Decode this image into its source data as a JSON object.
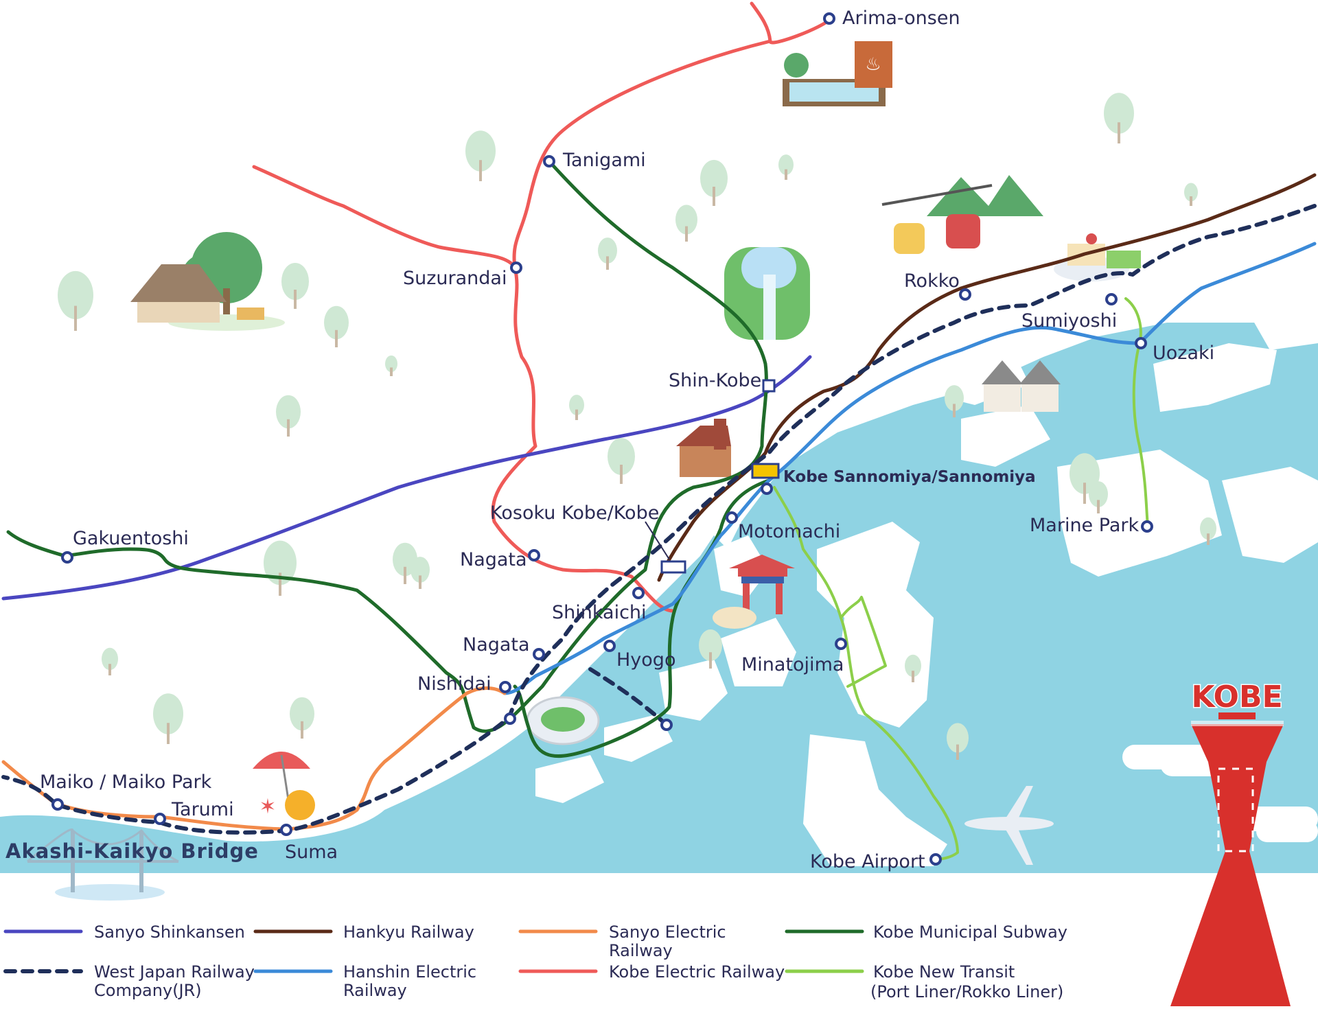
{
  "colors": {
    "sea": "#8fd3e3",
    "land": "#ffffff",
    "tree": "#cfe8d4",
    "trunk": "#c9b8a4",
    "station_stroke": "#2b3f8c"
  },
  "lines": [
    {
      "id": "shinkansen",
      "name": "Sanyo Shinkansen",
      "color": "#4a46c0",
      "dashed": false
    },
    {
      "id": "hankyu",
      "name": "Hankyu Railway",
      "color": "#5a2a17",
      "dashed": false
    },
    {
      "id": "sanyo",
      "name": "Sanyo Electric Railway",
      "color": "#f28a4a",
      "dashed": false
    },
    {
      "id": "subway",
      "name": "Kobe Municipal Subway",
      "color": "#1f6b2a",
      "dashed": false
    },
    {
      "id": "jr",
      "name": "West Japan Railway Company(JR)",
      "color": "#1f2f5a",
      "dashed": true
    },
    {
      "id": "hanshin",
      "name": "Hanshin Electric Railway",
      "color": "#3b8ad8",
      "dashed": false
    },
    {
      "id": "kobe_electric",
      "name": "Kobe Electric Railway",
      "color": "#ef5a58",
      "dashed": false
    },
    {
      "id": "new_transit",
      "name": "Kobe New Transit (Port Liner/Rokko Liner)",
      "color": "#8ccf4a",
      "dashed": false
    }
  ],
  "stations": {
    "arima_onsen": "Arima-onsen",
    "tanigami": "Tanigami",
    "suzurandai": "Suzurandai",
    "rokko": "Rokko",
    "sumiyoshi": "Sumiyoshi",
    "uozaki": "Uozaki",
    "shin_kobe": "Shin-Kobe",
    "sannomiya": "Kobe Sannomiya/Sannomiya",
    "kosoku_kobe": "Kosoku Kobe/Kobe",
    "motomachi": "Motomachi",
    "marine_park": "Marine Park",
    "gakuentoshi": "Gakuentoshi",
    "nagata_ke": "Nagata",
    "shinkaichi": "Shinkaichi",
    "nagata": "Nagata",
    "hyogo": "Hyogo",
    "nishidai": "Nishidai",
    "minatojima": "Minatojima",
    "maiko": "Maiko / Maiko Park",
    "tarumi": "Tarumi",
    "suma": "Suma",
    "kobe_airport": "Kobe Airport"
  },
  "landmarks": {
    "bridge": "Akashi-Kaikyo Bridge",
    "tower_sign": "KOBE"
  },
  "legend": {
    "shinkansen": "Sanyo Shinkansen",
    "hankyu": "Hankyu Railway",
    "sanyo_l1": "Sanyo Electric",
    "sanyo_l2": "Railway",
    "subway": "Kobe Municipal Subway",
    "jr_l1": "West Japan Railway",
    "jr_l2": "Company(JR)",
    "hanshin_l1": "Hanshin Electric",
    "hanshin_l2": "Railway",
    "kobe_electric": "Kobe Electric Railway",
    "new_transit_l1": "Kobe New Transit",
    "new_transit_l2": "(Port Liner/Rokko Liner)"
  }
}
